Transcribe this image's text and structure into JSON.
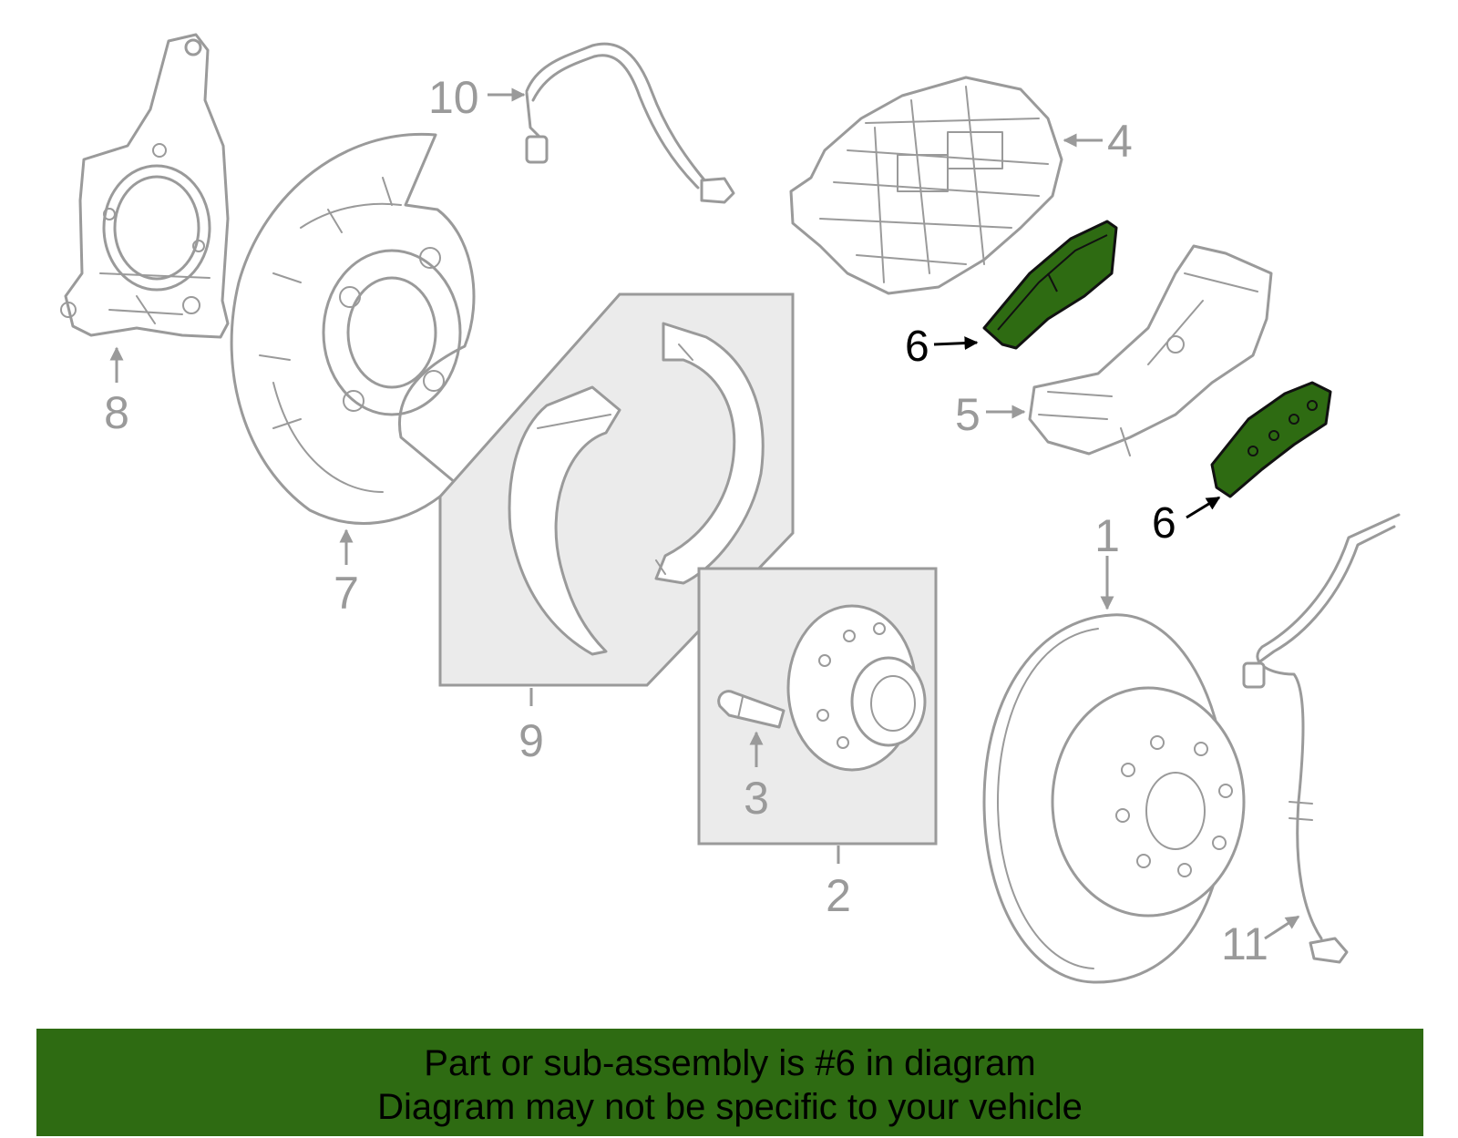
{
  "callouts": {
    "c1": "1",
    "c2": "2",
    "c3": "3",
    "c4": "4",
    "c5": "5",
    "c6a": "6",
    "c6b": "6",
    "c7": "7",
    "c8": "8",
    "c9": "9",
    "c10": "10",
    "c11": "11"
  },
  "highlight_part": "6",
  "highlight_color": "#2e6b12",
  "line_color": "#9a9a9a",
  "banner": {
    "line1": "Part or sub-assembly is #6 in diagram",
    "line2": "Diagram may not be specific to your vehicle"
  }
}
